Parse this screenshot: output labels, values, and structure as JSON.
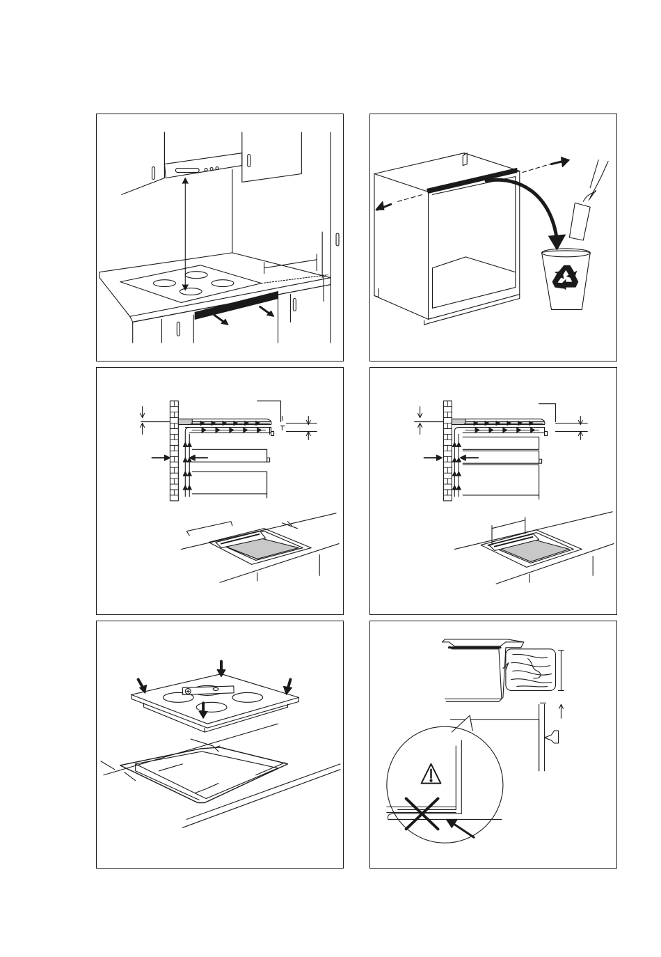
{
  "panels": [
    {
      "id": "p1",
      "name": "hood-clearance-illustration"
    },
    {
      "id": "p2",
      "name": "cabinet-crossbar-removal-illustration"
    },
    {
      "id": "p3",
      "name": "ventilation-gap-drawer-illustration"
    },
    {
      "id": "p4",
      "name": "ventilation-gap-oven-illustration"
    },
    {
      "id": "p5",
      "name": "hob-seal-and-fitting-illustration"
    },
    {
      "id": "p6",
      "name": "worktop-edge-warning-illustration"
    }
  ],
  "colors": {
    "line": "#1a1a1a",
    "fill_dark": "#1a1a1a",
    "fill_grey": "#c8c8c8",
    "background": "#ffffff"
  },
  "icons": [
    "recycle-icon",
    "warning-triangle-icon",
    "cross-icon",
    "arrow-icon"
  ]
}
